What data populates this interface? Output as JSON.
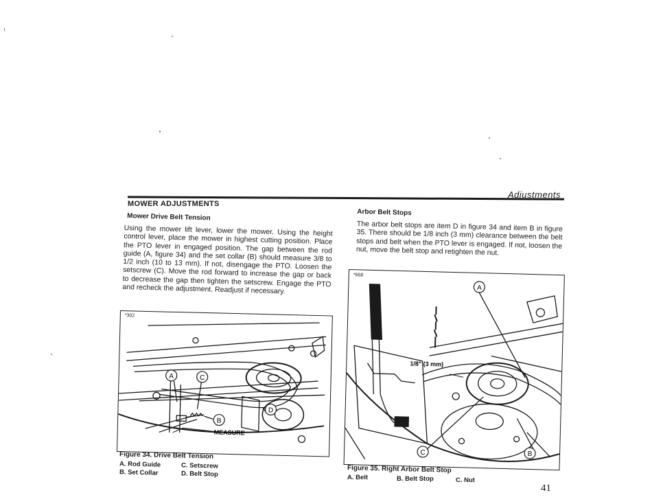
{
  "header": {
    "running_title": "Adjustments"
  },
  "section": {
    "title": "MOWER ADJUSTMENTS"
  },
  "left_column": {
    "subheading": "Mower Drive Belt Tension",
    "body": "Using the mower lift lever, lower the mower. Using the height control lever, place the mower in highest cutting position. Place the PTO lever in engaged position. The gap between the rod guide (A, figure 34) and the set collar (B) should measure 3/8 to 1/2 inch (10 to 13 mm). If not, disengage the PTO. Loosen the setscrew (C). Move the rod forward to increase the gap or back to decrease the gap then tighten the setscrew. Engage the PTO and recheck the adjustment. Readjust if necessary."
  },
  "right_column": {
    "subheading": "Arbor Belt Stops",
    "body": "The arbor belt stops are item D in figure 34 and item B in figure 35. There should be 1/8 inch (3 mm) clearance between the belt stops and belt when the PTO lever is engaged. If not, loosen the nut, move the belt stop and retighten the nut."
  },
  "figure34": {
    "id": "*302",
    "callouts": [
      "A",
      "B",
      "C",
      "D"
    ],
    "measure_label": "MEASURE",
    "caption": "Figure 34. Drive Belt Tension",
    "legend": {
      "a": "A. Rod Guide",
      "b": "B. Set Collar",
      "c": "C. Setscrew",
      "d": "D. Belt Stop"
    }
  },
  "figure35": {
    "id": "*668",
    "callouts": [
      "A",
      "B",
      "C"
    ],
    "clearance_label": "1/8\" (3 mm)",
    "caption": "Figure 35. Right Arbor Belt Stop",
    "legend": {
      "a": "A. Belt",
      "b": "B. Belt Stop",
      "c": "C. Nut"
    }
  },
  "page_number": "41"
}
